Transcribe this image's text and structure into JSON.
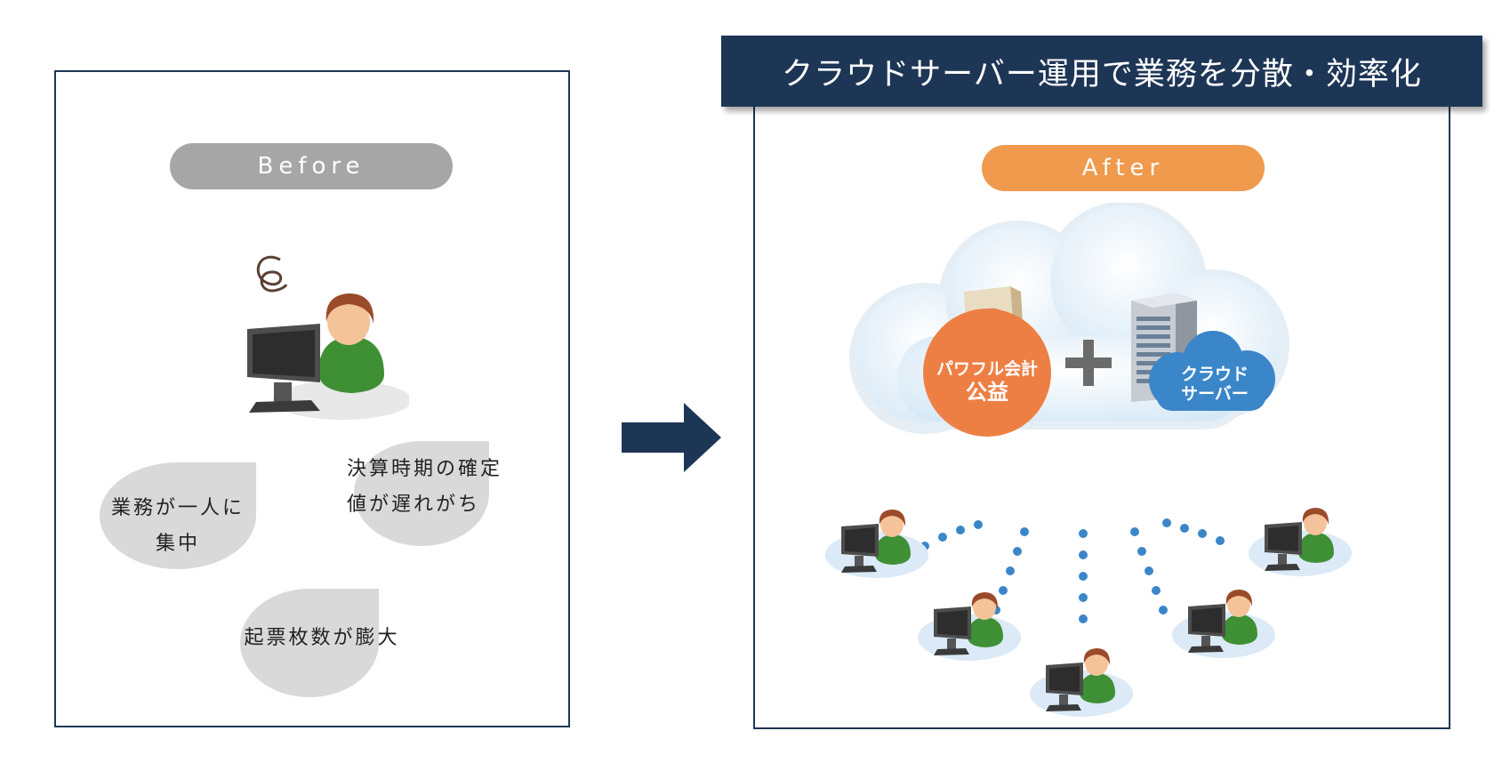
{
  "before": {
    "label": "Before",
    "bubbles": {
      "one_person": [
        "業務が一人に",
        "集中"
      ],
      "settlement": [
        "決算時期の確定",
        "値が遅れがち"
      ],
      "slips": [
        "起票枚数が膨大"
      ]
    }
  },
  "after": {
    "banner": "クラウドサーバー運用で業務を分散・効率化",
    "label": "After",
    "product_badge": [
      "パワフル会計",
      "公益"
    ],
    "server_badge": [
      "クラウド",
      "サーバー"
    ]
  },
  "colors": {
    "navy": "#1e3656",
    "before_pill": "#a6a6a6",
    "after_pill": "#ef9a4d",
    "product_circle": "#ee7f44",
    "server_cloud": "#3b86c9",
    "dots": "#3b86c9"
  },
  "icons": [
    "worried-user-icon",
    "computer-monitor-icon",
    "cloud-icon",
    "software-box-icon",
    "plus-icon",
    "server-tower-icon",
    "user-at-computer-icon"
  ]
}
